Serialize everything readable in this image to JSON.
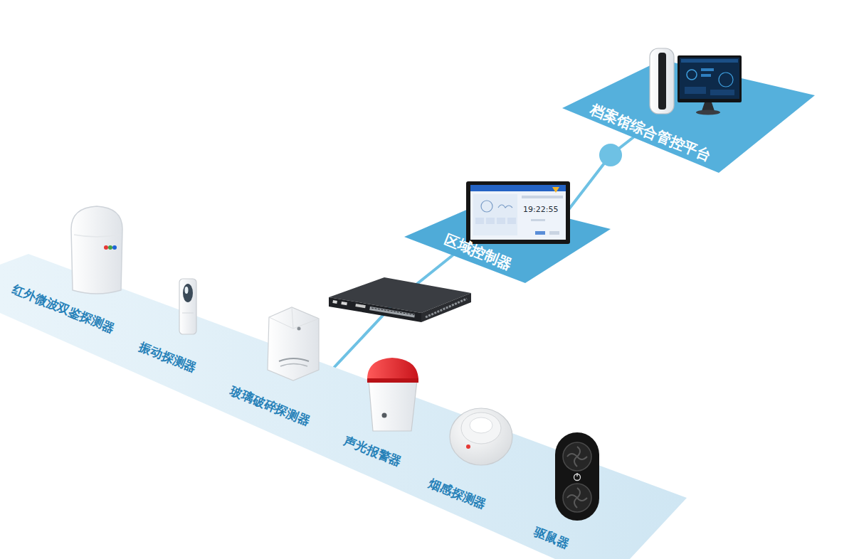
{
  "diagram": {
    "nodes": [
      {
        "text": [
          "红外微波双鉴探测器",
          "振动探测器",
          "玻璃破碎探测器",
          "声光报警器",
          "烟感探测器",
          "驱鼠器"
        ]
      },
      {
        "text": [
          "区域控制器"
        ]
      },
      {
        "text": [
          "档案馆综合管控平台"
        ]
      }
    ],
    "edges": [
      {
        "from": 0,
        "to": 1,
        "arrow": "none"
      },
      {
        "from": 1,
        "to": 2,
        "arrow": "none"
      }
    ],
    "labels": [
      "19:22:55"
    ]
  }
}
